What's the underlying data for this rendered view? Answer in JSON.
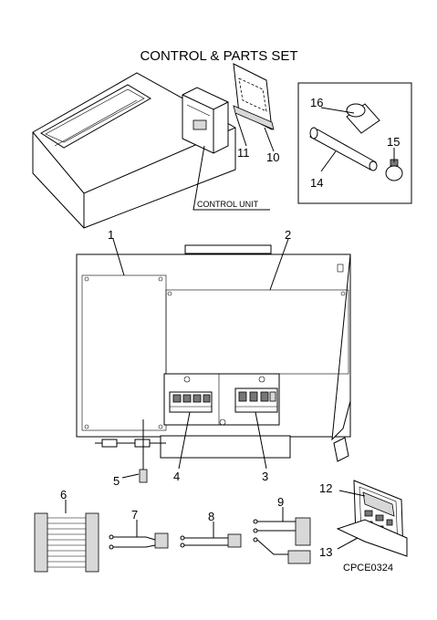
{
  "title": "CONTROL & PARTS SET",
  "control_unit_label": "CONTROL UNIT",
  "code": "CPCE0324",
  "callouts": [
    "1",
    "2",
    "3",
    "4",
    "5",
    "6",
    "7",
    "8",
    "9",
    "10",
    "11",
    "12",
    "13",
    "14",
    "15",
    "16"
  ]
}
